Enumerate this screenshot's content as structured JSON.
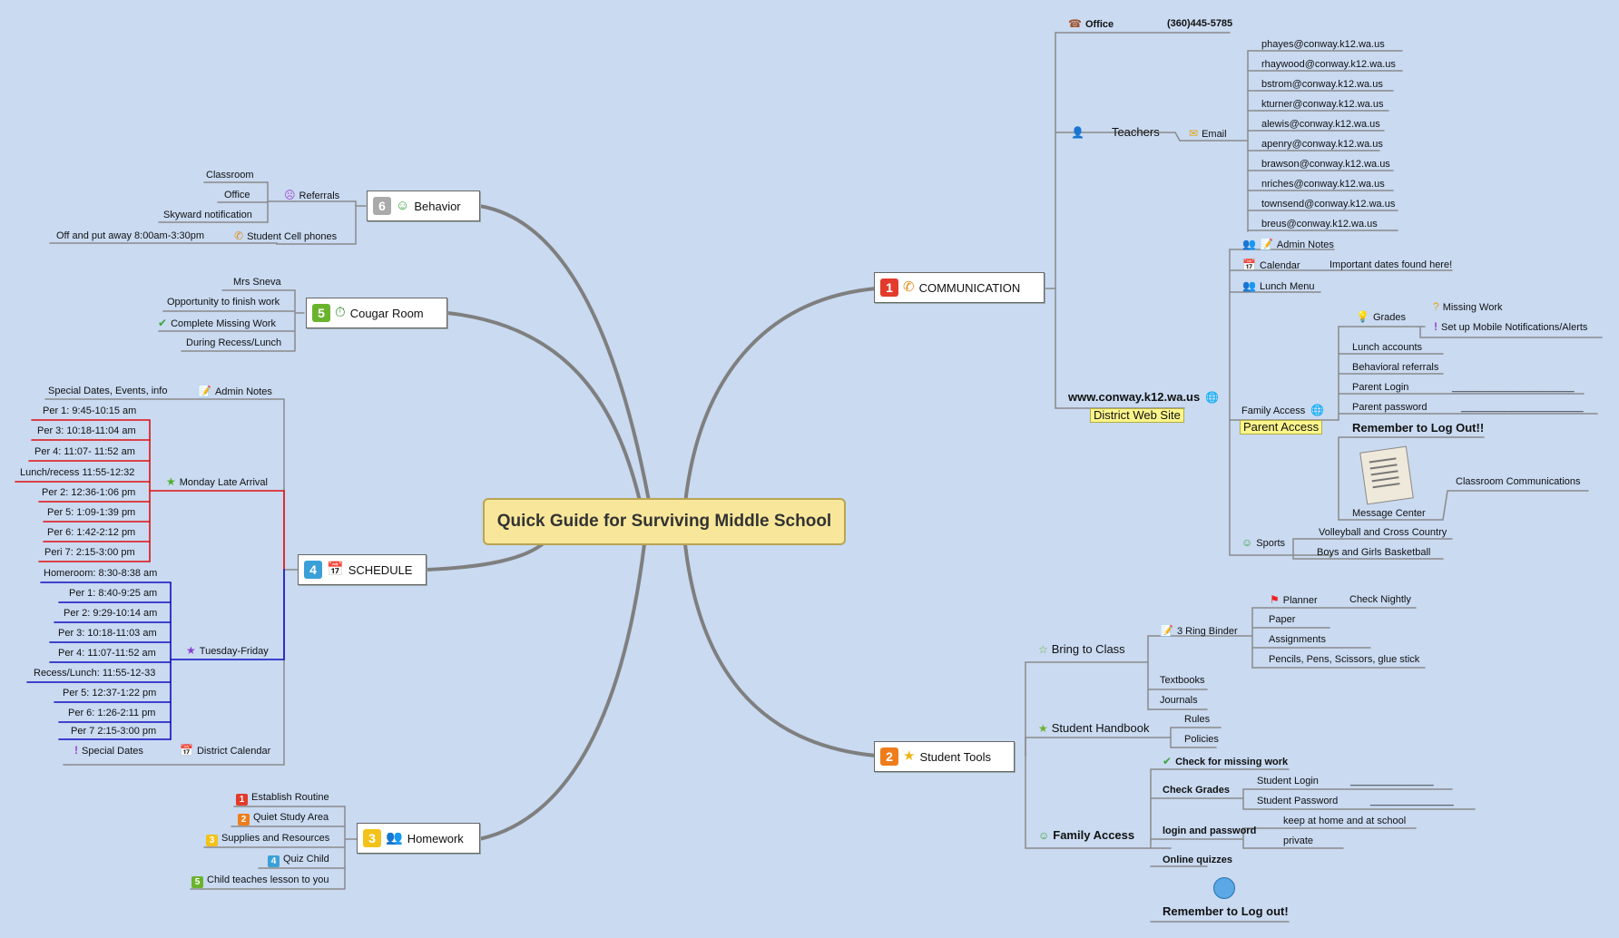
{
  "title": "Quick Guide for Surviving Middle School",
  "colors": {
    "background": "#c9daf1",
    "center_fill": "#f8e79a",
    "branch": "#7f7f7f",
    "monday": "#e01010",
    "tuesday": "#1010c0",
    "highlight": "#fbf58c"
  },
  "branches": {
    "communication": {
      "number": "1",
      "label": "COMMUNICATION",
      "icon": "phone-icon"
    },
    "student_tools": {
      "number": "2",
      "label": "Student Tools",
      "icon": "star-icon"
    },
    "homework": {
      "number": "3",
      "label": "Homework",
      "icon": "people-icon"
    },
    "schedule": {
      "number": "4",
      "label": "SCHEDULE",
      "icon": "calendar-icon"
    },
    "cougar_room": {
      "number": "5",
      "label": "Cougar Room",
      "icon": "clock-icon"
    },
    "behavior": {
      "number": "6",
      "label": "Behavior",
      "icon": "smiley-icon"
    }
  },
  "communication": {
    "office": "Office",
    "office_phone": "(360)445-5785",
    "teachers": "Teachers",
    "email": "Email",
    "emails": [
      "phayes@conway.k12.wa.us",
      "rhaywood@conway.k12.wa.us",
      "bstrom@conway.k12.wa.us",
      "kturner@conway.k12.wa.us",
      "alewis@conway.k12.wa.us",
      "apenry@conway.k12.wa.us",
      "brawson@conway.k12.wa.us",
      "nriches@conway.k12.wa.us",
      "townsend@conway.k12.wa.us",
      "breus@conway.k12.wa.us"
    ],
    "website": "www.conway.k12.wa.us",
    "website_label": "District Web Site",
    "admin_notes": "Admin Notes",
    "calendar": "Calendar",
    "calendar_note": "Important dates found here!",
    "lunch_menu": "Lunch Menu",
    "family_access": "Family Access",
    "parent_access": "Parent Access",
    "grades": "Grades",
    "missing_work": "Missing Work",
    "mobile_alerts": "Set up Mobile Notifications/Alerts",
    "lunch_accounts": "Lunch accounts",
    "behavioral_referrals": "Behavioral referrals",
    "parent_login": "Parent Login",
    "parent_password": "Parent password",
    "blank": "______________________",
    "remember": "Remember to Log Out!!",
    "message_center": "Message Center",
    "classroom_comms": "Classroom Communications",
    "sports": "Sports",
    "sports_items": [
      "Volleyball and Cross Country",
      "Boys and Girls Basketball"
    ]
  },
  "student_tools": {
    "bring_to_class": "Bring to Class",
    "binder": "3 Ring Binder",
    "planner": "Planner",
    "check_nightly": "Check Nightly",
    "binder_items": [
      "Paper",
      "Assignments",
      "Pencils, Pens, Scissors, glue stick"
    ],
    "textbooks": "Textbooks",
    "journals": "Journals",
    "handbook": "Student Handbook",
    "handbook_items": [
      "Rules",
      "Policies"
    ],
    "family_access": "Family Access",
    "check_missing": "Check for missing work",
    "check_grades": "Check Grades",
    "student_login": "Student Login",
    "student_password": "Student Password",
    "blank": "_______________",
    "login_password": "login and password",
    "keep": "keep at home and at school",
    "private": "private",
    "online_quizzes": "Online quizzes",
    "remember": "Remember to Log out!"
  },
  "homework": {
    "items": [
      "Establish Routine",
      "Quiet Study Area",
      "Supplies and Resources",
      "Quiz Child",
      "Child teaches lesson to you"
    ]
  },
  "schedule": {
    "special_dates_info": "Special Dates, Events, info",
    "admin_notes": "Admin Notes",
    "monday": "Monday Late Arrival",
    "monday_items": [
      "Per 1: 9:45-10:15 am",
      "Per 3: 10:18-11:04 am",
      "Per 4: 11:07- 11:52 am",
      "Lunch/recess 11:55-12:32",
      "Per 2: 12:36-1:06 pm",
      "Per 5: 1:09-1:39 pm",
      "Per 6: 1:42-2:12 pm",
      "Peri 7: 2:15-3:00 pm"
    ],
    "tuesday": "Tuesday-Friday",
    "tuesday_items": [
      "Homeroom: 8:30-8:38 am",
      "Per 1: 8:40-9:25 am",
      "Per 2: 9:29-10:14 am",
      "Per 3: 10:18-11:03 am",
      "Per 4: 11:07-11:52 am",
      "Recess/Lunch: 11:55-12-33",
      "Per 5: 12:37-1:22 pm",
      "Per 6: 1:26-2:11 pm",
      "Per 7 2:15-3:00 pm"
    ],
    "special_dates": "Special Dates",
    "district_calendar": "District Calendar"
  },
  "cougar_room": {
    "items": [
      "Mrs Sneva",
      "Opportunity to finish work",
      "Complete Missing Work",
      "During Recess/Lunch"
    ]
  },
  "behavior": {
    "referrals": "Referrals",
    "referral_items": [
      "Classroom",
      "Office",
      "Skyward notification"
    ],
    "cell_phones": "Student Cell phones",
    "cell_rule": "Off and put away 8:00am-3:30pm"
  }
}
